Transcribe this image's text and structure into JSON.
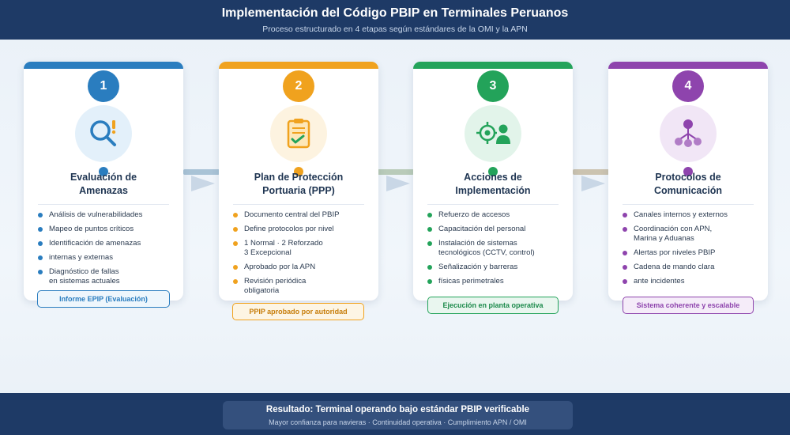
{
  "header": {
    "title": "Implementación del Código PBIP en Terminales Peruanos",
    "subtitle": "Proceso estructurado en 4 etapas según estándares de la OMI y la APN"
  },
  "stages": [
    {
      "number": "1",
      "title_line1": "Evaluación de",
      "title_line2": "Amenazas",
      "color": "#2a7dbf",
      "light": "#e3f0fa",
      "icon": "magnifier-alert-icon",
      "items": [
        "Análisis de vulnerabilidades",
        "Mapeo de puntos críticos",
        "Identificación de amenazas",
        "internas y externas",
        "Diagnóstico de fallas\nen sistemas actuales"
      ],
      "outcome": "Informe EPIP (Evaluación)"
    },
    {
      "number": "2",
      "title_line1": "Plan de Protección",
      "title_line2": "Portuaria (PPP)",
      "color": "#f0a21e",
      "light": "#fdf3e0",
      "icon": "clipboard-check-icon",
      "items": [
        "Documento central del PBIP",
        "Define protocolos por nivel",
        "1 Normal · 2 Reforzado\n3 Excepcional",
        "Aprobado por la APN",
        "Revisión periódica\nobligatoria"
      ],
      "outcome": "PPIP aprobado por autoridad"
    },
    {
      "number": "3",
      "title_line1": "Acciones de",
      "title_line2": "Implementación",
      "color": "#23a35a",
      "light": "#e2f4ea",
      "icon": "target-person-icon",
      "items": [
        "Refuerzo de accesos",
        "Capacitación del personal",
        "Instalación de sistemas\ntecnológicos (CCTV, control)",
        "Señalización y barreras",
        "físicas perimetrales"
      ],
      "outcome": "Ejecución en planta operativa"
    },
    {
      "number": "4",
      "title_line1": "Protocolos de",
      "title_line2": "Comunicación",
      "color": "#8e44ad",
      "light": "#f1e6f6",
      "icon": "network-hierarchy-icon",
      "items": [
        "Canales internos y externos",
        "Coordinación con APN,\nMarina y Aduanas",
        "Alertas por niveles PBIP",
        "Cadena de mando clara",
        "ante incidentes"
      ],
      "outcome": "Sistema coherente y escalable"
    }
  ],
  "result": {
    "title": "Resultado: Terminal operando bajo estándar PBIP verificable",
    "subtitle": "Mayor confianza para navieras · Continuidad operativa · Cumplimiento APN / OMI"
  }
}
